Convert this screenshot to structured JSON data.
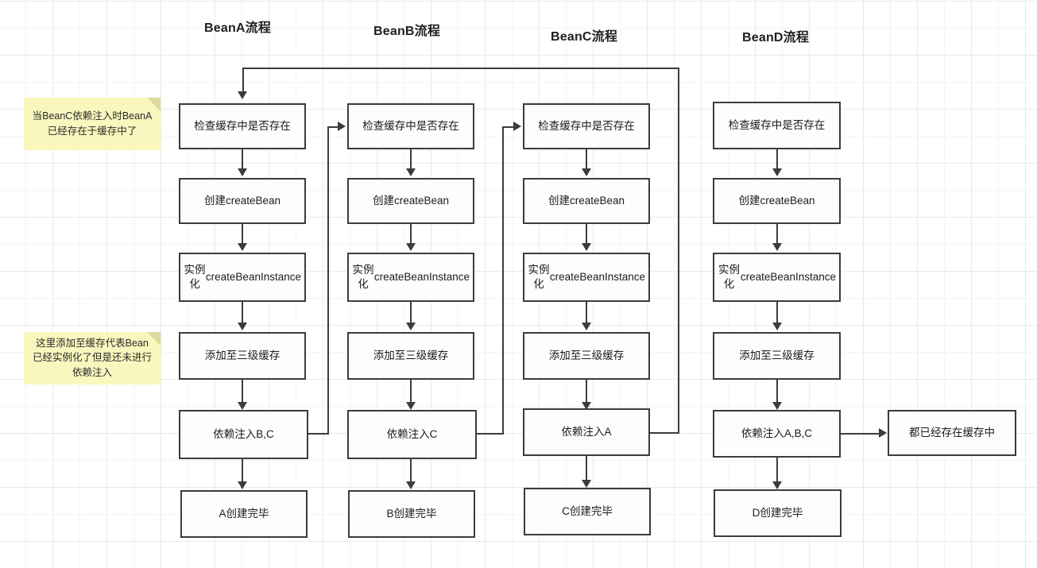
{
  "diagram": {
    "title_columns": [
      {
        "label": "BeanA流程"
      },
      {
        "label": "BeanB流程"
      },
      {
        "label": "BeanC流程"
      },
      {
        "label": "BeanD流程"
      }
    ],
    "steps": {
      "check_cache": "检查缓存中是否存在",
      "create_bean": "创建createBean",
      "instantiate_line1": "实例化",
      "instantiate_line2": "createBeanInstance",
      "add_third_cache": "添加至三级缓存"
    },
    "columns": [
      {
        "name": "BeanA",
        "nodes": [
          "检查缓存中是否存在",
          "创建createBean",
          "实例化 createBeanInstance",
          "添加至三级缓存",
          "依赖注入B,C",
          "A创建完毕"
        ],
        "inject_label": "依赖注入B,C",
        "done_label": "A创建完毕"
      },
      {
        "name": "BeanB",
        "nodes": [
          "检查缓存中是否存在",
          "创建createBean",
          "实例化 createBeanInstance",
          "添加至三级缓存",
          "依赖注入C",
          "B创建完毕"
        ],
        "inject_label": "依赖注入C",
        "done_label": "B创建完毕"
      },
      {
        "name": "BeanC",
        "nodes": [
          "检查缓存中是否存在",
          "创建createBean",
          "实例化 createBeanInstance",
          "添加至三级缓存",
          "依赖注入A",
          "C创建完毕"
        ],
        "inject_label": "依赖注入A",
        "done_label": "C创建完毕"
      },
      {
        "name": "BeanD",
        "nodes": [
          "检查缓存中是否存在",
          "创建createBean",
          "实例化 createBeanInstance",
          "添加至三级缓存",
          "依赖注入A,B,C",
          "D创建完毕"
        ],
        "inject_label": "依赖注入A,B,C",
        "done_label": "D创建完毕"
      }
    ],
    "side_node": "都已经存在缓存中",
    "notes": [
      {
        "text": "当BeanC依赖注入时BeanA已经存在于缓存中了"
      },
      {
        "text": "这里添加至缓存代表Bean已经实例化了但是还未进行依赖注入"
      }
    ],
    "colors": {
      "box_border": "#3c3c3c",
      "box_fill": "#fdfdfd",
      "note_fill": "#f9f7bd",
      "note_fold": "#ddd9a0",
      "connector": "#3c3c3c",
      "grid_minor": "#f4f4f6",
      "grid_major": "#e9e9ec"
    }
  }
}
